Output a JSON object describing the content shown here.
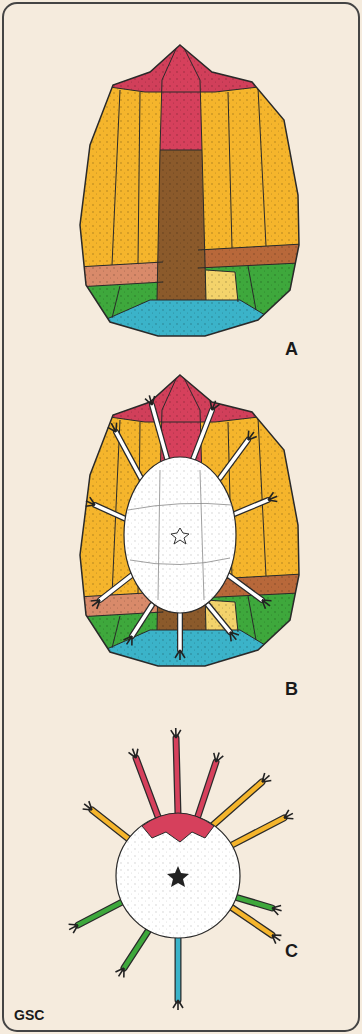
{
  "diagram": {
    "labels": [
      "A",
      "B",
      "C",
      "GSC"
    ]
  }
}
